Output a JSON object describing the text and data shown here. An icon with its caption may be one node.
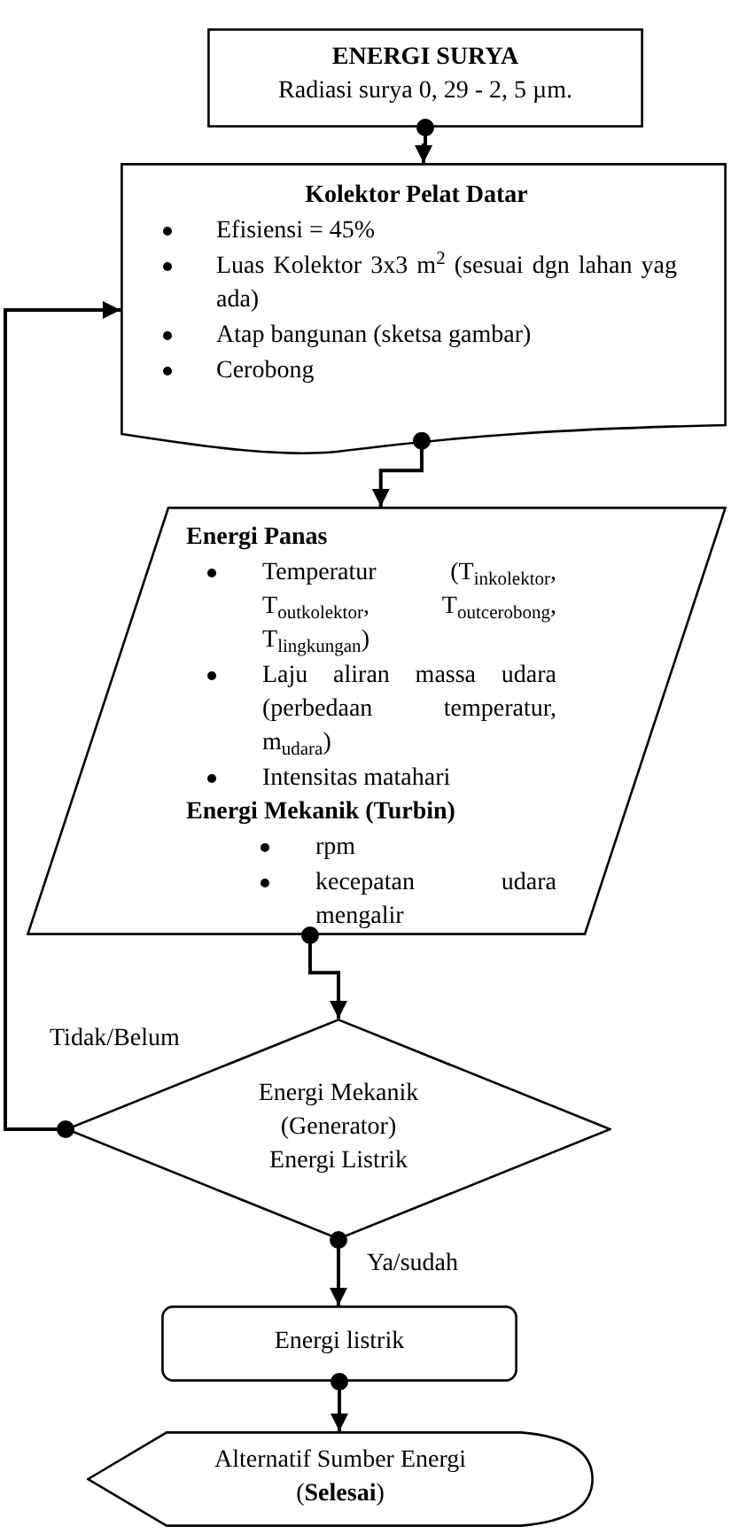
{
  "diagram": {
    "nodes": [
      {
        "text": [
          "ENERGI SURYA",
          "Radiasi surya 0, 29 - 2, 5 µm."
        ]
      },
      {
        "text": [
          "Kolektor Pelat Datar",
          "Efisiensi = 45%",
          "Luas Kolektor 3x3 m$^{2}$ (sesuai dgn lahan yag ada)",
          "Atap bangunan (sketsa gambar)",
          "Cerobong"
        ]
      },
      {
        "text": [
          "Energi Panas",
          "Temperatur (T$_{inkolektor}$, T$_{outkolektor}$, T$_{outcerobong}$, T$_{lingkungan}$)",
          "Laju aliran massa udara (perbedaan temperatur, m$_{udara}$)",
          "Intensitas matahari",
          "Energi Mekanik (Turbin)",
          "rpm",
          "kecepatan udara mengalir"
        ]
      },
      {
        "text": [
          "Energi Mekanik",
          "(Generator)",
          "Energi Listrik"
        ]
      },
      {
        "text": [
          "Energi listrik"
        ]
      },
      {
        "text": [
          "Alternatif Sumber Energi",
          "(**Selesai**)"
        ]
      }
    ],
    "edges": [
      {
        "from": 0,
        "to": 1,
        "arrow": "to"
      },
      {
        "from": 1,
        "to": 2,
        "arrow": "to"
      },
      {
        "from": 2,
        "to": 3,
        "arrow": "to"
      },
      {
        "from": 3,
        "to": 4,
        "arrow": "to",
        "label": "Ya/sudah"
      },
      {
        "from": 4,
        "to": 5,
        "arrow": "to"
      },
      {
        "from": 3,
        "to": 1,
        "arrow": "to",
        "label": "Tidak/Belum"
      }
    ]
  }
}
